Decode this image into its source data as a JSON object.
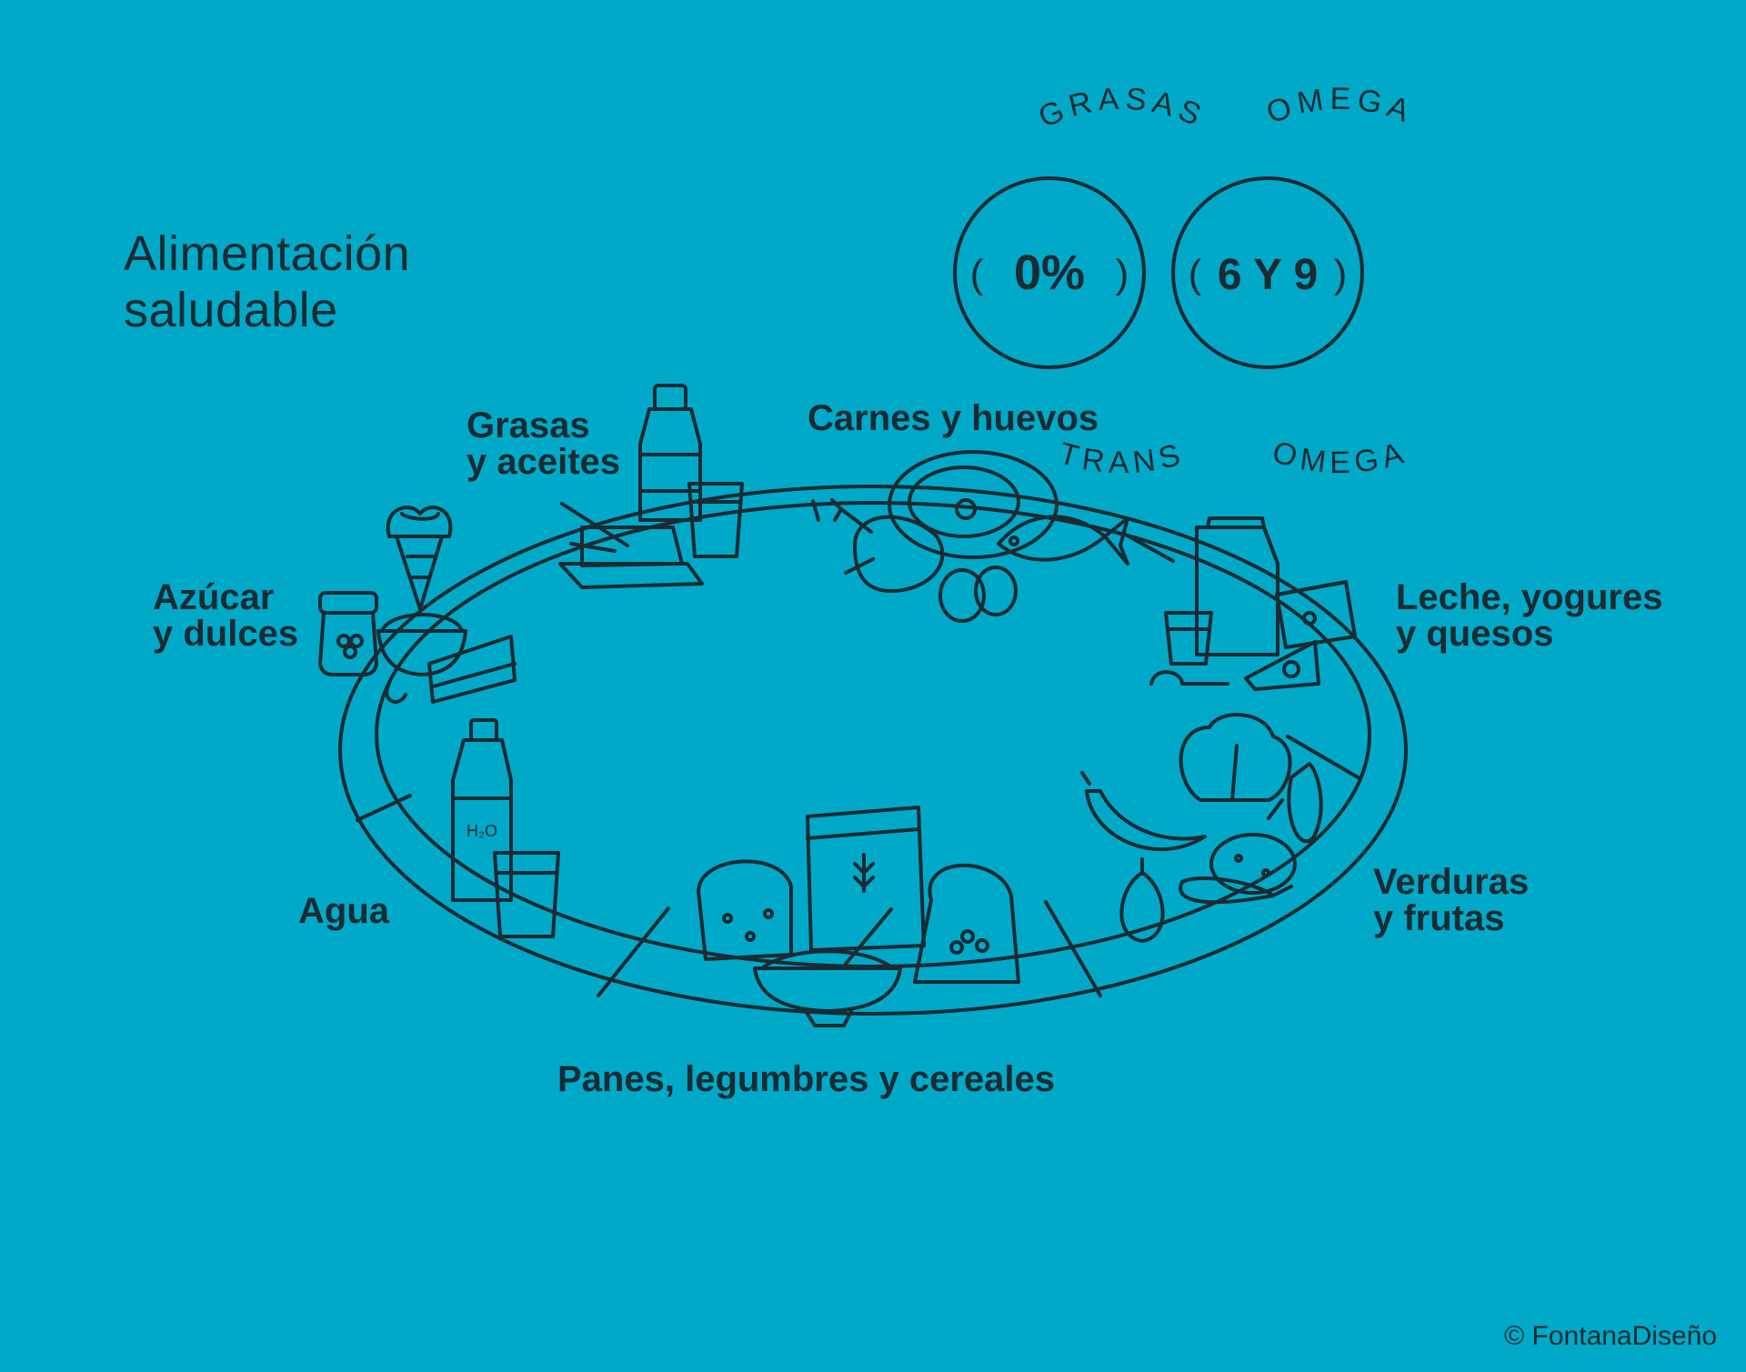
{
  "background_color": "#00a9c8",
  "ink_color": "#1c2b33",
  "title": {
    "line1": "Alimentación",
    "line2": "saludable"
  },
  "badges": [
    {
      "top_arc": "GRASAS",
      "center": "0%",
      "bottom_arc": "TRANS"
    },
    {
      "top_arc": "OMEGA",
      "center": "6 Y 9",
      "bottom_arc": "OMEGA"
    }
  ],
  "groups": {
    "grasas": {
      "line1": "Grasas",
      "line2": "y aceites"
    },
    "carnes": {
      "line1": "Carnes y huevos"
    },
    "azucar": {
      "line1": "Azúcar",
      "line2": "y dulces"
    },
    "leche": {
      "line1": "Leche, yogures",
      "line2": "y quesos"
    },
    "agua": {
      "line1": "Agua"
    },
    "verduras": {
      "line1": "Verduras",
      "line2": "y frutas"
    },
    "panes": {
      "line1": "Panes, legumbres y cereales"
    }
  },
  "illustrations": {
    "water_bottle_label": "H₂O"
  },
  "credit": "© FontanaDiseño"
}
